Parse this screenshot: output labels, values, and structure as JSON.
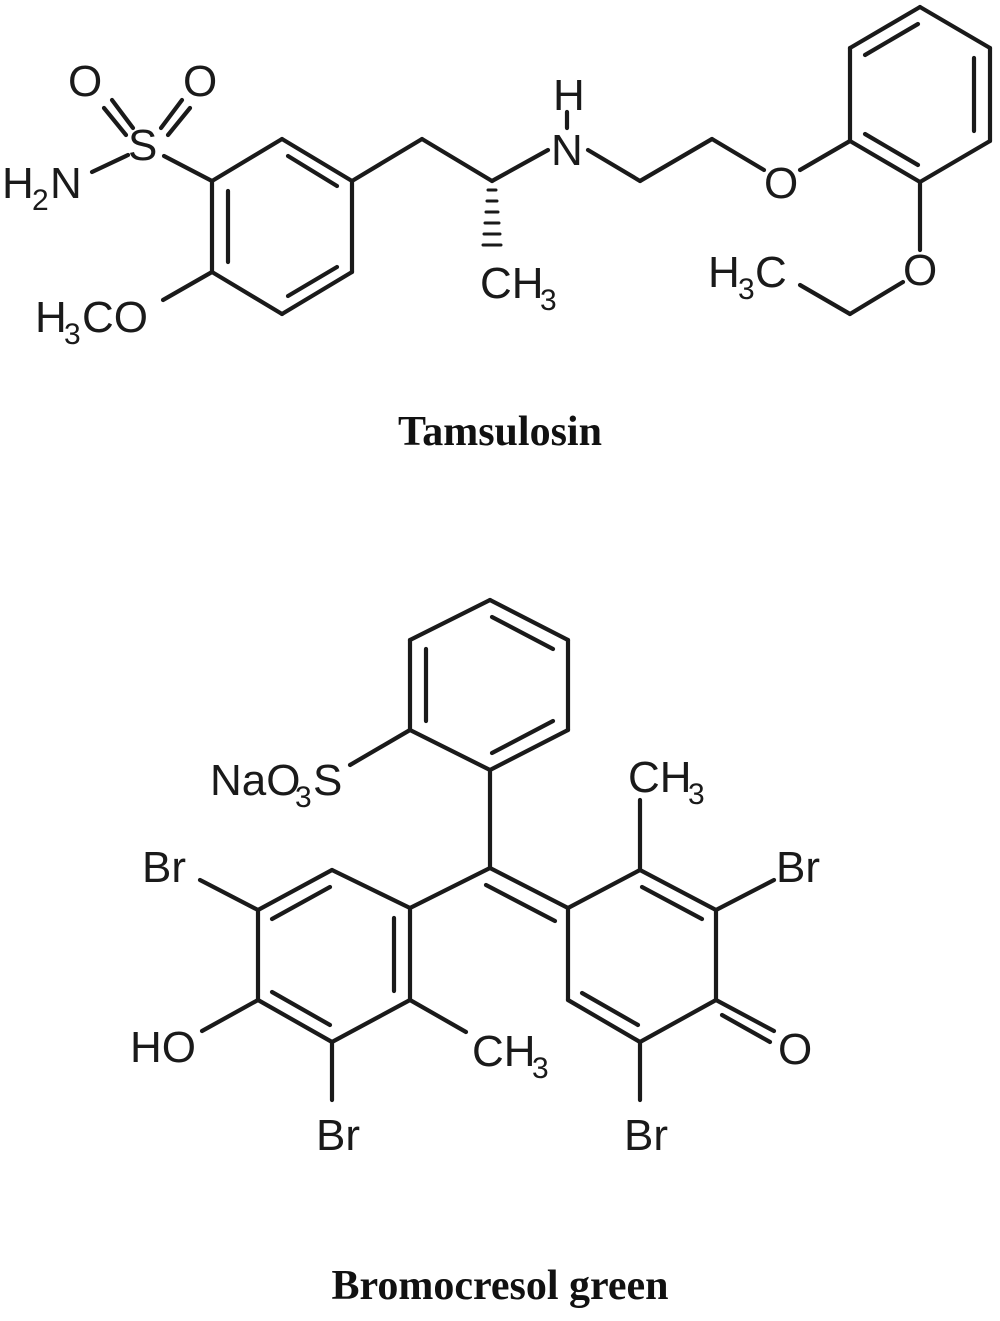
{
  "molecules": [
    {
      "caption": "Tamsulosin",
      "labels": {
        "o1": "O",
        "o2": "O",
        "s": "S",
        "h2n_h": "H",
        "h2n_2": "2",
        "h2n_n": "N",
        "h3co_h": "H",
        "h3co_3": "3",
        "h3co_co": "CO",
        "nh_h": "H",
        "nh_n": "N",
        "ch3_ch": "CH",
        "ch3_3": "3",
        "o_ether": "O",
        "o_ethoxy": "O",
        "h3c_h": "H",
        "h3c_3": "3",
        "h3c_c": "C"
      }
    },
    {
      "caption": "Bromocresol green",
      "labels": {
        "nao3s_na": "NaO",
        "nao3s_3": "3",
        "nao3s_s": "S",
        "br1": "Br",
        "br2": "Br",
        "br3": "Br",
        "br4": "Br",
        "ho": "HO",
        "ch3a_ch": "CH",
        "ch3a_3": "3",
        "ch3b_ch": "CH",
        "ch3b_3": "3",
        "o_keto": "O"
      }
    }
  ],
  "colors": {
    "ink": "#1a1a1a",
    "background": "#ffffff"
  }
}
